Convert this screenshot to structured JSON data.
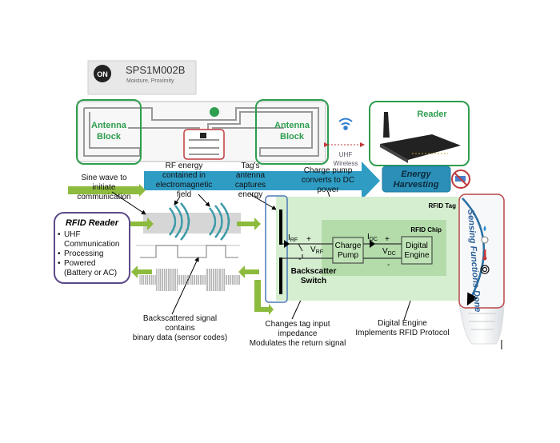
{
  "chip_label": {
    "logo": "ON",
    "part": "SPS1M002B",
    "subtitle": "Moisture, Proximity"
  },
  "tag_image": {
    "antenna_left": [
      "Antenna",
      "Block"
    ],
    "antenna_right": [
      "Antenna",
      "Block"
    ]
  },
  "wireless": {
    "label": [
      "UHF",
      "Wireless"
    ]
  },
  "reader_box": {
    "title": "Reader"
  },
  "energy_arrow": {
    "box": [
      "Energy",
      "Harvesting"
    ]
  },
  "annotations": {
    "sine_wave": [
      "Sine wave to",
      "initiate",
      "communication"
    ],
    "rf_energy": [
      "RF energy",
      "contained in",
      "electromagnetic",
      "field"
    ],
    "tag_antenna": [
      "Tag's",
      "antenna",
      "captures",
      "energy"
    ],
    "charge_pump_note": [
      "Charge pump",
      "converts to DC",
      "power"
    ],
    "backscattered": [
      "Backscattered signal",
      "contains",
      "binary data (sensor codes)"
    ],
    "impedance": [
      "Changes tag input",
      "impedance",
      "Modulates the return signal"
    ],
    "digital_note": [
      "Digital Engine",
      "Implements RFID Protocol"
    ]
  },
  "rfid_reader": {
    "title": "RFID Reader",
    "bullets": [
      [
        "UHF",
        "Communication"
      ],
      [
        "Processing"
      ],
      [
        "Powered",
        "(Battery or AC)"
      ]
    ]
  },
  "circuit": {
    "tag_label": "RFID Tag",
    "chip_label": "RFID Chip",
    "charge_pump": [
      "Charge",
      "Pump"
    ],
    "digital_engine": [
      "Digital",
      "Engine"
    ],
    "i_rf": "I",
    "i_rf_sub": "RF",
    "v_rf": "V",
    "v_rf_sub": "RF",
    "i_dc": "I",
    "i_dc_sub": "DC",
    "v_dc": "V",
    "v_dc_sub": "DC",
    "plus": "+",
    "minus": "-",
    "switch_label": [
      "Backscatter",
      "Switch"
    ]
  },
  "sensing": {
    "label": "Sensing Functions Done"
  },
  "colors": {
    "green": "#2e9e4f",
    "blue_arrow": "#2f9cc4",
    "light_green": "#c9e8c4",
    "chip_green": "#a9d8a2",
    "reader_border": "#5b4a8a",
    "red": "#c0393b",
    "arrow_green": "#8dbb3d"
  }
}
